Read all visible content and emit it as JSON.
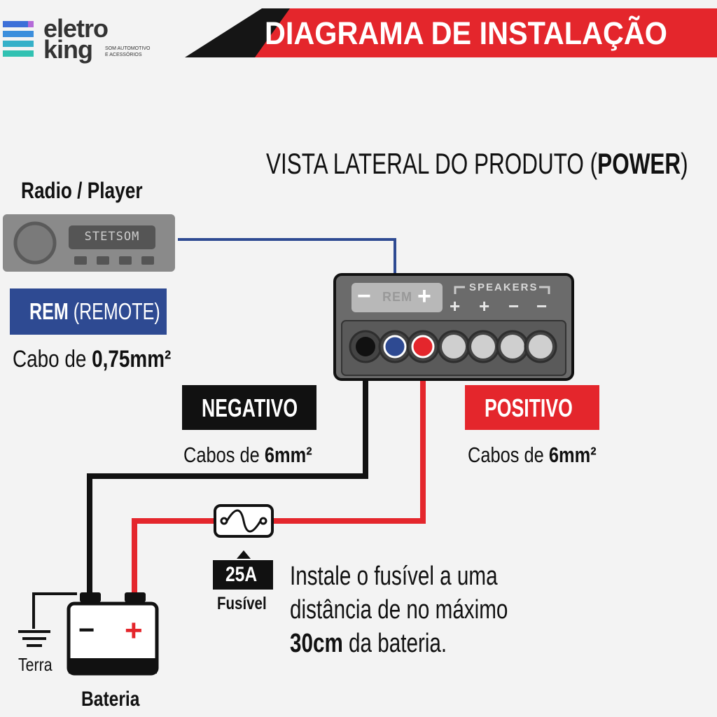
{
  "brand": {
    "name_line1": "eletro",
    "name_line2": "king",
    "tagline_line1": "SOM AUTOMOTIVO",
    "tagline_line2": "E ACESSÓRIOS"
  },
  "header": {
    "title": "DIAGRAMA DE INSTALAÇÃO"
  },
  "product_view": {
    "label_regular": "VISTA LATERAL DO PRODUTO (",
    "label_bold": "POWER",
    "label_close": ")"
  },
  "radio": {
    "title": "Radio / Player",
    "display_text": "STETSOM"
  },
  "rem": {
    "label_bold": "REM",
    "label_regular": "(REMOTE)",
    "cable_prefix": "Cabo de ",
    "cable_value": "0,75mm²"
  },
  "amplifier": {
    "rem_label": "REM",
    "rem_minus": "−",
    "rem_plus": "+",
    "speakers_label": "SPEAKERS",
    "speaker_signs": [
      "+",
      "+",
      "−",
      "−"
    ]
  },
  "negative": {
    "label": "NEGATIVO",
    "cable_prefix": "Cabos de ",
    "cable_value": "6mm²"
  },
  "positive": {
    "label": "POSITIVO",
    "cable_prefix": "Cabos de ",
    "cable_value": "6mm²"
  },
  "fuse": {
    "rating": "25A",
    "label": "Fusível",
    "note_line1": "Instale o fusível a uma",
    "note_line2": "distância de no máximo",
    "note_bold": "30cm",
    "note_rest": " da bateria."
  },
  "battery": {
    "label": "Bateria",
    "minus": "−",
    "plus": "+"
  },
  "ground": {
    "label": "Terra"
  },
  "colors": {
    "header_red": "#e4262c",
    "rem_blue": "#2e4a92",
    "wire_red": "#e4262c",
    "wire_black": "#111111",
    "amp_gray": "#6b6b6b",
    "radio_gray": "#8a8a8a"
  }
}
